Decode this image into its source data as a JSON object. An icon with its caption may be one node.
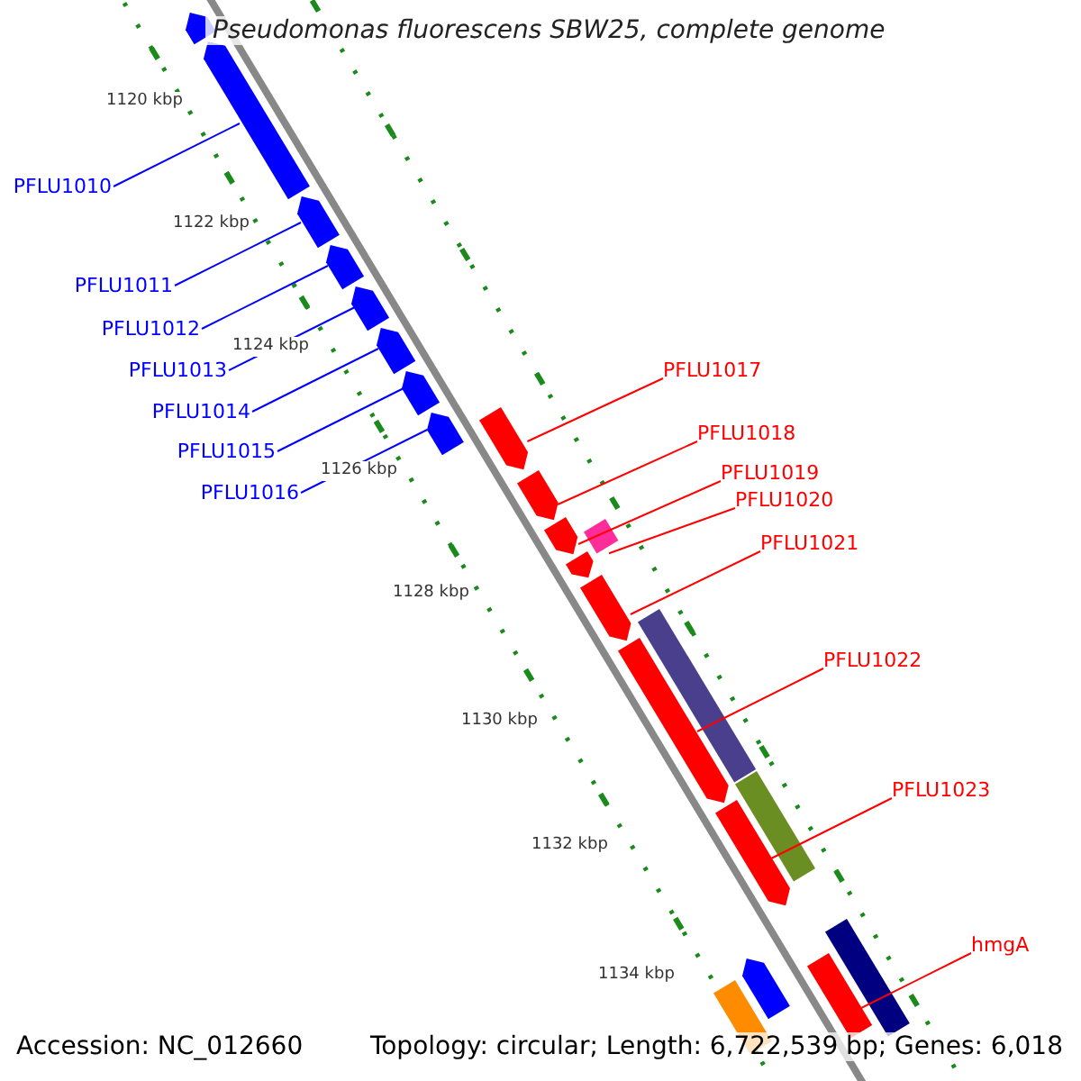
{
  "diagram": {
    "title": "Pseudomonas fluorescens SBW25, complete genome",
    "nodes": [
      {
        "text": [
          "PFLU1010"
        ]
      },
      {
        "text": [
          "PFLU1011"
        ]
      },
      {
        "text": [
          "PFLU1012"
        ]
      },
      {
        "text": [
          "PFLU1013"
        ]
      },
      {
        "text": [
          "PFLU1014"
        ]
      },
      {
        "text": [
          "PFLU1015"
        ]
      },
      {
        "text": [
          "PFLU1016"
        ]
      },
      {
        "text": [
          "PFLU1017"
        ]
      },
      {
        "text": [
          "PFLU1018"
        ]
      },
      {
        "text": [
          "PFLU1019"
        ]
      },
      {
        "text": [
          "PFLU1020"
        ]
      },
      {
        "text": [
          "PFLU1021"
        ]
      },
      {
        "text": [
          "PFLU1022"
        ]
      },
      {
        "text": [
          "PFLU1023"
        ]
      },
      {
        "text": [
          "hmgA"
        ]
      },
      {
        "text": [],
        "shape": "bar"
      },
      {
        "text": [],
        "shape": "bar"
      },
      {
        "text": [],
        "shape": "bar"
      },
      {
        "text": [],
        "shape": "bar"
      },
      {
        "text": [],
        "shape": "bar"
      },
      {
        "text": [],
        "shape": "bar"
      },
      {
        "text": [],
        "shape": "bar"
      },
      {
        "text": [],
        "shape": "bar"
      },
      {
        "text": [],
        "shape": "bar"
      },
      {
        "text": [],
        "shape": "bar"
      },
      {
        "text": [],
        "shape": "bar"
      },
      {
        "text": [],
        "shape": "bar"
      },
      {
        "text": [],
        "shape": "bar"
      },
      {
        "text": [],
        "shape": "bar"
      },
      {
        "text": [],
        "shape": "bar"
      },
      {
        "text": [],
        "shape": "bar"
      },
      {
        "text": [],
        "shape": "bar"
      },
      {
        "text": [],
        "shape": "bar"
      },
      {
        "text": [],
        "shape": "bar"
      },
      {
        "text": [],
        "shape": "bar"
      },
      {
        "text": [],
        "shape": "bar"
      },
      {
        "text": [],
        "shape": "bar"
      }
    ],
    "edges": [
      {
        "from": 0,
        "to": 16,
        "arrow": "none",
        "color": "#0000ff"
      },
      {
        "from": 1,
        "to": 17,
        "arrow": "none",
        "color": "#0000ff"
      },
      {
        "from": 2,
        "to": 18,
        "arrow": "none",
        "color": "#0000ff"
      },
      {
        "from": 3,
        "to": 19,
        "arrow": "none",
        "color": "#0000ff"
      },
      {
        "from": 4,
        "to": 20,
        "arrow": "none",
        "color": "#0000ff"
      },
      {
        "from": 5,
        "to": 21,
        "arrow": "none",
        "color": "#0000ff"
      },
      {
        "from": 6,
        "to": 22,
        "arrow": "none",
        "color": "#0000ff"
      },
      {
        "from": 7,
        "to": 23,
        "arrow": "none"
      },
      {
        "from": 8,
        "to": 24,
        "arrow": "none"
      },
      {
        "from": 9,
        "to": 25,
        "arrow": "none"
      },
      {
        "from": 10,
        "to": 26,
        "arrow": "none"
      },
      {
        "from": 11,
        "to": 28,
        "arrow": "none"
      },
      {
        "from": 12,
        "to": 29,
        "arrow": "none"
      },
      {
        "from": 13,
        "to": 31,
        "arrow": "none"
      },
      {
        "from": 14,
        "to": 35,
        "arrow": "none"
      }
    ],
    "labels": [
      "1120 kbp",
      "1122 kbp",
      "1124 kbp",
      "1126 kbp",
      "1128 kbp",
      "1130 kbp",
      "1132 kbp",
      "1134 kbp",
      "Accession: NC_012660",
      "Topology: circular; Length: 6,722,539 bp; Genes: 6,018"
    ]
  }
}
